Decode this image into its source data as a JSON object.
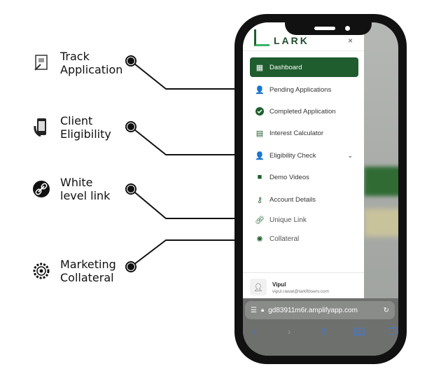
{
  "features": [
    {
      "label_1": "Track",
      "label_2": "Application",
      "icon": "application-form-icon"
    },
    {
      "label_1": "Client",
      "label_2": "Eligibility",
      "icon": "phone-in-hand-icon"
    },
    {
      "label_1": "White",
      "label_2": "level link",
      "icon": "link-icon"
    },
    {
      "label_1": "Marketing",
      "label_2": "Collateral",
      "icon": "lightbulb-gear-icon"
    }
  ],
  "app": {
    "logo": "LARK",
    "close": "×"
  },
  "menu": [
    {
      "label": "Dashboard",
      "icon": "dashboard-icon"
    },
    {
      "label": "Pending Applications",
      "icon": "user-clock-icon"
    },
    {
      "label": "Completed Application",
      "icon": "check-circle-icon"
    },
    {
      "label": "Interest Calculator",
      "icon": "calculator-icon"
    },
    {
      "label": "Eligibility Check",
      "icon": "user-check-icon"
    },
    {
      "label": "Demo Videos",
      "icon": "video-icon"
    },
    {
      "label": "Account Details",
      "icon": "key-icon"
    },
    {
      "label": "Unique Link",
      "icon": "link-icon"
    },
    {
      "label": "Collateral",
      "icon": "collateral-icon"
    }
  ],
  "user": {
    "name": "Vipul",
    "email": "vipul.rawat@larkfibserv.com"
  },
  "browser": {
    "url": "gd83911m6r.amplifyapp.com"
  },
  "colors": {
    "brand": "#1f5c2e",
    "accent": "#3b7be0"
  }
}
